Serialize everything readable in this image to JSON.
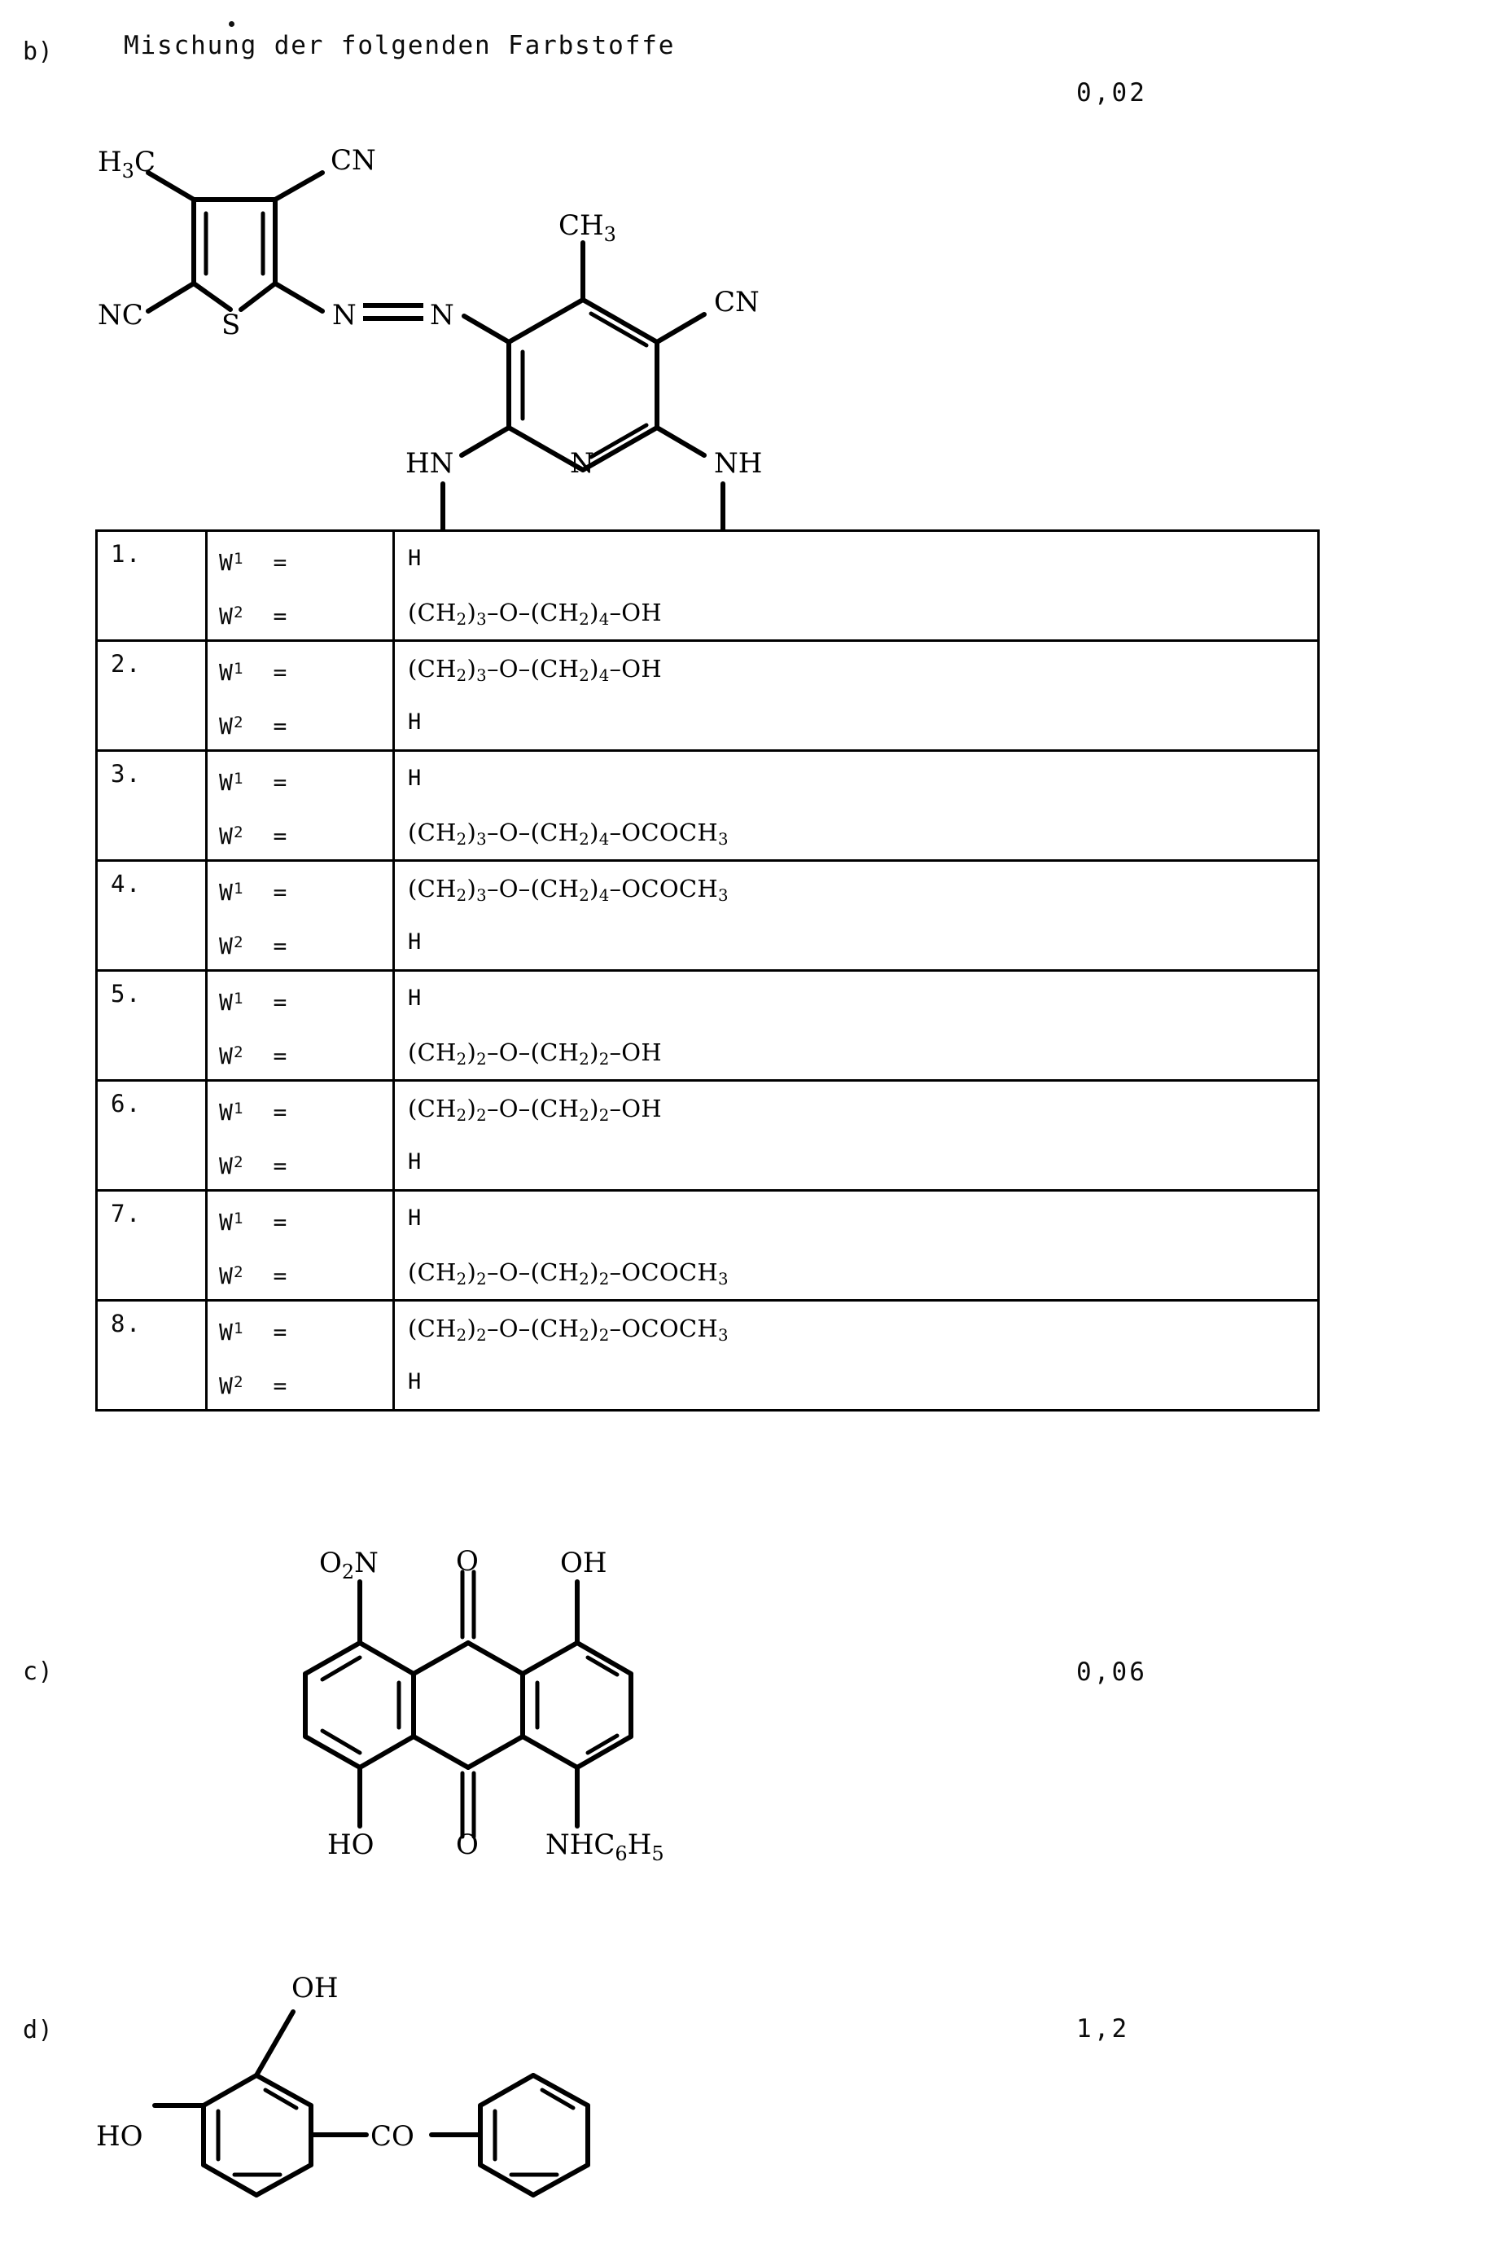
{
  "sections": [
    {
      "label": "b)",
      "title": "Mischung der folgenden Farbstoffe",
      "amount": "0,02"
    },
    {
      "label": "c)",
      "title": "",
      "amount": "0,06"
    },
    {
      "label": "d)",
      "title": "",
      "amount": "1,2"
    }
  ],
  "structure_b": {
    "name": "thiophene-azo-pyridine-dye",
    "atom_labels": {
      "methyl_left": "H3C",
      "nitrile_top": "CN",
      "nitrile_left": "NC",
      "sulfur": "S",
      "azo_n1": "N",
      "azo_n2": "N",
      "methyl_top": "CH3",
      "nitrile_right": "CN",
      "amine_left": "HN",
      "ring_nitrogen": "N",
      "amine_right": "NH",
      "substituent_left": "W1",
      "substituent_right": "W2"
    }
  },
  "structure_c": {
    "name": "anthraquinone-dye",
    "atom_labels": {
      "nitro": "O2N",
      "carbonyl_top": "O",
      "hydroxy_top_right": "OH",
      "hydroxy_bottom_left": "HO",
      "carbonyl_bottom": "O",
      "anilino": "NHC6H5"
    }
  },
  "structure_d": {
    "name": "dihydroxybenzophenone",
    "atom_labels": {
      "hydroxy_top": "OH",
      "hydroxy_left": "HO",
      "carbonyl": "CO"
    }
  },
  "table": {
    "columns": [
      "index",
      "symbol",
      "value"
    ],
    "rows": [
      {
        "index": "1.",
        "entries": [
          {
            "symbol_base": "W",
            "symbol_sup": "1",
            "equals": "=",
            "value_html": "H",
            "value_text": "H",
            "mono": true
          },
          {
            "symbol_base": "W",
            "symbol_sup": "2",
            "equals": "=",
            "value_html": "(CH<sub>2</sub>)<sub>3</sub>&#8211;O&#8211;(CH<sub>2</sub>)<sub>4</sub>&#8211;OH",
            "value_text": "(CH2)3-O-(CH2)4-OH",
            "mono": false
          }
        ]
      },
      {
        "index": "2.",
        "entries": [
          {
            "symbol_base": "W",
            "symbol_sup": "1",
            "equals": "=",
            "value_html": "(CH<sub>2</sub>)<sub>3</sub>&#8211;O&#8211;(CH<sub>2</sub>)<sub>4</sub>&#8211;OH",
            "value_text": "(CH2)3-O-(CH2)4-OH",
            "mono": false
          },
          {
            "symbol_base": "W",
            "symbol_sup": "2",
            "equals": "=",
            "value_html": "H",
            "value_text": "H",
            "mono": true
          }
        ]
      },
      {
        "index": "3.",
        "entries": [
          {
            "symbol_base": "W",
            "symbol_sup": "1",
            "equals": "=",
            "value_html": "H",
            "value_text": "H",
            "mono": true
          },
          {
            "symbol_base": "W",
            "symbol_sup": "2",
            "equals": "=",
            "value_html": "(CH<sub>2</sub>)<sub>3</sub>&#8211;O&#8211;(CH<sub>2</sub>)<sub>4</sub>&#8211;OCOCH<sub>3</sub>",
            "value_text": "(CH2)3-O-(CH2)4-OCOCH3",
            "mono": false
          }
        ]
      },
      {
        "index": "4.",
        "entries": [
          {
            "symbol_base": "W",
            "symbol_sup": "1",
            "equals": "=",
            "value_html": "(CH<sub>2</sub>)<sub>3</sub>&#8211;O&#8211;(CH<sub>2</sub>)<sub>4</sub>&#8211;OCOCH<sub>3</sub>",
            "value_text": "(CH2)3-O-(CH2)4-OCOCH3",
            "mono": false
          },
          {
            "symbol_base": "W",
            "symbol_sup": "2",
            "equals": "=",
            "value_html": "H",
            "value_text": "H",
            "mono": true
          }
        ]
      },
      {
        "index": "5.",
        "entries": [
          {
            "symbol_base": "W",
            "symbol_sup": "1",
            "equals": "=",
            "value_html": "H",
            "value_text": "H",
            "mono": true
          },
          {
            "symbol_base": "W",
            "symbol_sup": "2",
            "equals": "=",
            "value_html": "(CH<sub>2</sub>)<sub>2</sub>&#8211;O&#8211;(CH<sub>2</sub>)<sub>2</sub>&#8211;OH",
            "value_text": "(CH2)2-O-(CH2)2-OH",
            "mono": false
          }
        ]
      },
      {
        "index": "6.",
        "entries": [
          {
            "symbol_base": "W",
            "symbol_sup": "1",
            "equals": "=",
            "value_html": "(CH<sub>2</sub>)<sub>2</sub>&#8211;O&#8211;(CH<sub>2</sub>)<sub>2</sub>&#8211;OH",
            "value_text": "(CH2)2-O-(CH2)2-OH",
            "mono": false
          },
          {
            "symbol_base": "W",
            "symbol_sup": "2",
            "equals": "=",
            "value_html": "H",
            "value_text": "H",
            "mono": true
          }
        ]
      },
      {
        "index": "7.",
        "entries": [
          {
            "symbol_base": "W",
            "symbol_sup": "1",
            "equals": "=",
            "value_html": "H",
            "value_text": "H",
            "mono": true
          },
          {
            "symbol_base": "W",
            "symbol_sup": "2",
            "equals": "=",
            "value_html": "(CH<sub>2</sub>)<sub>2</sub>&#8211;O&#8211;(CH<sub>2</sub>)<sub>2</sub>&#8211;OCOCH<sub>3</sub>",
            "value_text": "(CH2)2-O-(CH2)2-OCOCH3",
            "mono": false
          }
        ]
      },
      {
        "index": "8.",
        "entries": [
          {
            "symbol_base": "W",
            "symbol_sup": "1",
            "equals": "=",
            "value_html": "(CH<sub>2</sub>)<sub>2</sub>&#8211;O&#8211;(CH<sub>2</sub>)<sub>2</sub>&#8211;OCOCH<sub>3</sub>",
            "value_text": "(CH2)2-O-(CH2)2-OCOCH3",
            "mono": false
          },
          {
            "symbol_base": "W",
            "symbol_sup": "2",
            "equals": "=",
            "value_html": "H",
            "value_text": "H",
            "mono": true
          }
        ]
      }
    ]
  }
}
